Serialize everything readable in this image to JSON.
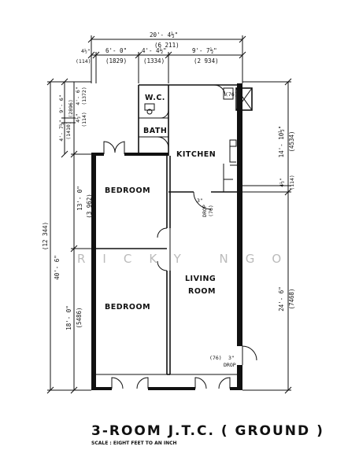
{
  "title": "3-ROOM J.T.C. ( GROUND )",
  "scale": "SCALE : EIGHT FEET TO AN INCH",
  "watermark": "RICKY NGO",
  "rooms": {
    "wc": "W.C.",
    "bath": "BATH",
    "kitchen": "KITCHEN",
    "bedroom_1": "BEDROOM",
    "bedroom_2": "BEDROOM",
    "living": "LIVING",
    "living_2": "ROOM"
  },
  "dims_top": {
    "overall": "20'- 4½\"",
    "overall_mm": "(6 211)",
    "seg1": "4½\"",
    "seg1_mm": "(114)",
    "seg2": "6'- 0\"",
    "seg2_mm": "(1829)",
    "seg3": "4'- 4½\"",
    "seg3_mm": "(1334)",
    "seg4": "9'- 7½\"",
    "seg4_mm": "(2 934)"
  },
  "dims_left": {
    "overall": "40'- 6\"",
    "overall_mm": "(12 344)",
    "a": "13'- 0\"",
    "a_mm": "(3 962)",
    "b": "18'- 0\"",
    "b_mm": "(5486)",
    "c": "9'- 6\"",
    "c_mm": "(2896)",
    "d": "4'- 7½\"",
    "d_mm": "(1410)",
    "e": "4½\"",
    "e_mm": "(114)",
    "f": "4'- 6\"",
    "f_mm": "(1372)"
  },
  "dims_right": {
    "a": "14'- 10½\"",
    "a_mm": "(4534)",
    "b": "4½\"",
    "b_mm": "(114)",
    "c": "24'- 6\"",
    "c_mm": "(7468)"
  },
  "notes": {
    "drop_1": "3\"",
    "drop_1_label": "DROP",
    "drop_1_mm": "(76)",
    "drop_2": "3\"",
    "drop_2_label": "DROP",
    "drop_2_mm": "(76)",
    "top_mm": "(76)"
  }
}
